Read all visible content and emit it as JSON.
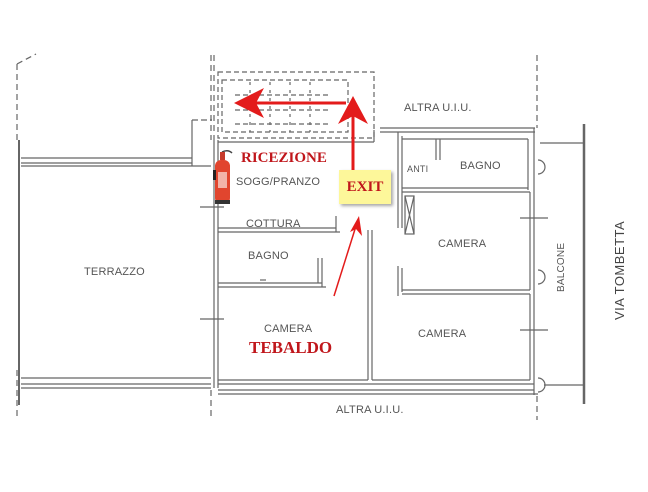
{
  "title": "Floor plan with emergency exit route",
  "rooms": {
    "terrazzo": "TERRAZZO",
    "sogg_pranzo": "SOGG/PRANZO",
    "cottura": "COTTURA",
    "bagno_left": "BAGNO",
    "camera_tebaldo": "CAMERA",
    "anti": "ANTI",
    "bagno_right": "BAGNO",
    "camera_upper_right": "CAMERA",
    "camera_lower_right": "CAMERA",
    "balcone": "BALCONE"
  },
  "neighbors": {
    "top": "ALTRA U.I.U.",
    "bottom": "ALTRA U.I.U."
  },
  "street": "VIA TOMBETTA",
  "annotations": {
    "reception": "RICEZIONE",
    "exit": "EXIT",
    "room_name": "TEBALDO"
  },
  "icons": {
    "extinguisher": "fire-extinguisher-icon",
    "arrows": [
      "exit-route-arrow-up",
      "exit-route-arrow-left",
      "exit-route-arrow-diagonal"
    ]
  },
  "colors": {
    "annotation_red": "#c0161b",
    "arrow_red": "#e31b1b",
    "exit_sign_bg": "#fdf79a",
    "wall": "#555555",
    "text": "#555555"
  }
}
